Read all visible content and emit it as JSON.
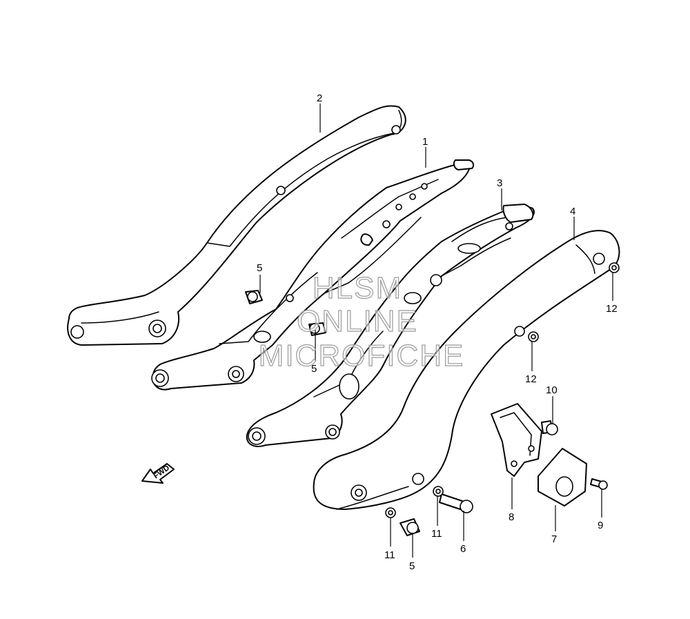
{
  "callouts": {
    "c1": "1",
    "c2": "2",
    "c3": "3",
    "c4": "4",
    "c5a": "5",
    "c5b": "5",
    "c5c": "5",
    "c6": "6",
    "c7": "7",
    "c8": "8",
    "c9": "9",
    "c10": "10",
    "c11a": "11",
    "c11b": "11",
    "c12a": "12",
    "c12b": "12"
  },
  "fwd_label": "FWD",
  "watermark": {
    "line1": "HLSM",
    "line2": "ONLINE",
    "line3": "MICROFICHE"
  },
  "colors": {
    "ink": "#000000",
    "paper": "#ffffff",
    "watermark_outline": "#9a9a9a"
  }
}
